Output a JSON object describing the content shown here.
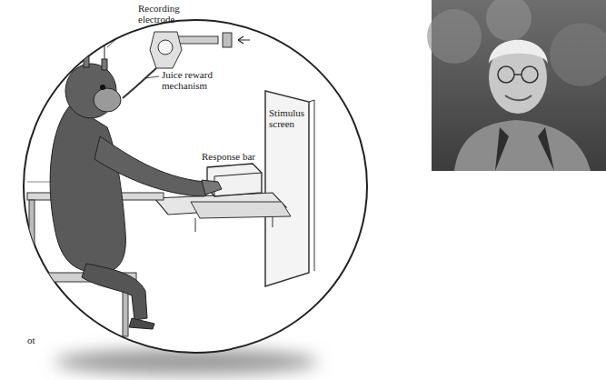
{
  "diagram": {
    "labels": [
      "Recording electrode",
      "Juice reward mechanism",
      "Stimulus screen",
      "Response bar",
      "ot"
    ]
  }
}
